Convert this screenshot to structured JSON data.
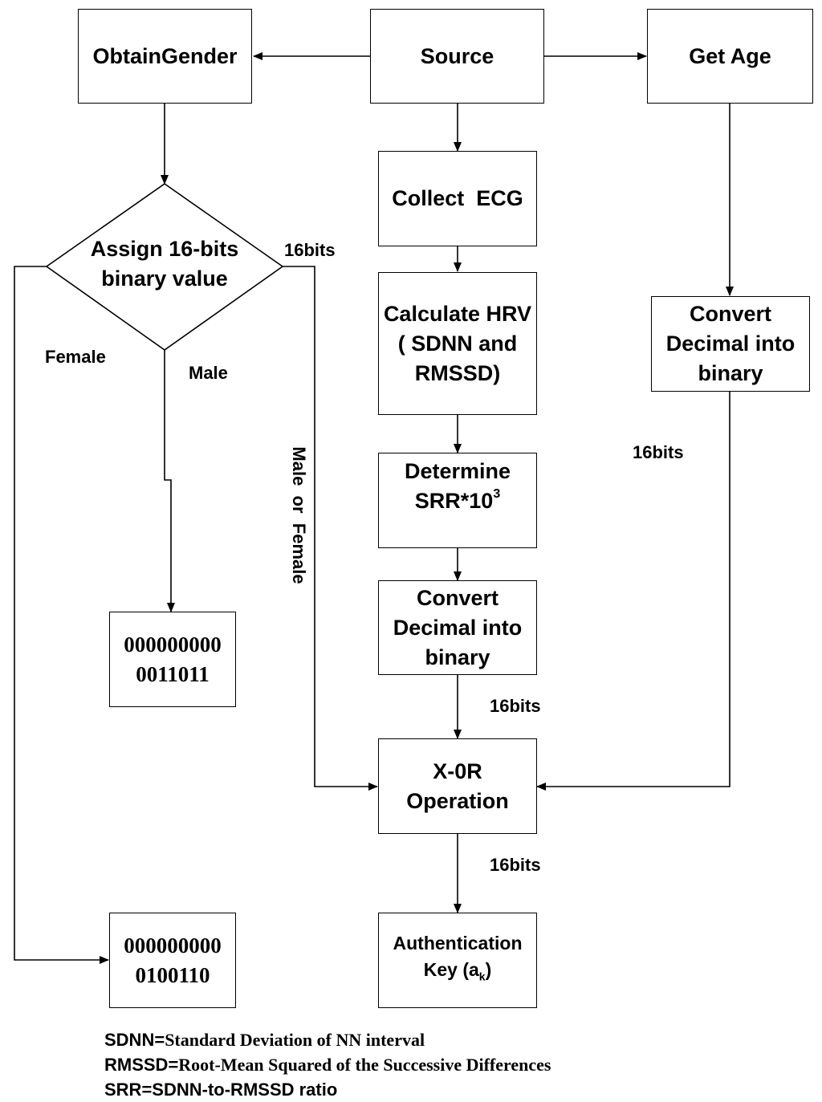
{
  "nodes": {
    "obtain_gender": {
      "line1": "Obtain",
      "line2": "Gender"
    },
    "source": "Source",
    "get_age": "Get Age",
    "collect_ecg": "Collect  ECG",
    "calc_hrv": {
      "line1": "Calculate",
      "line2": "HRV",
      "line3": "( SDNN and",
      "line4": "RMSSD)"
    },
    "convert_age": {
      "line1": "Convert",
      "line2": "Decimal into",
      "line3": "binary"
    },
    "assign_bits": {
      "line1": "Assign 16-bits",
      "line2": "binary value"
    },
    "determine_srr": {
      "line1": "Determine",
      "line2": "SRR*10",
      "sup": "3"
    },
    "convert_srr": {
      "line1": "Convert",
      "line2": "Decimal into",
      "line3": "binary"
    },
    "male_value": {
      "line1": "000000000",
      "line2": "0011011"
    },
    "xor": {
      "line1": "X-0R",
      "line2": "Operation"
    },
    "female_value": {
      "line1": "000000000",
      "line2": "0100110"
    },
    "auth_key": {
      "line1": "Authentication",
      "line2": "Key (a",
      "sub": "k",
      "close": ")"
    }
  },
  "edge_labels": {
    "bits_diamond": "16bits",
    "female": "Female",
    "male": "Male",
    "male_or_female": "Male  or  Female",
    "bits_age": "16bits",
    "bits_srr": "16bits",
    "bits_xor": "16bits"
  },
  "legend": [
    {
      "term": "SDNN=",
      "definition": "Standard Deviation of NN interval"
    },
    {
      "term": "RMSSD=",
      "definition": "Root-Mean Squared of the Successive Differences"
    },
    {
      "term": "SRR=SDNN-to-RMSSD ratio",
      "definition": ""
    }
  ]
}
